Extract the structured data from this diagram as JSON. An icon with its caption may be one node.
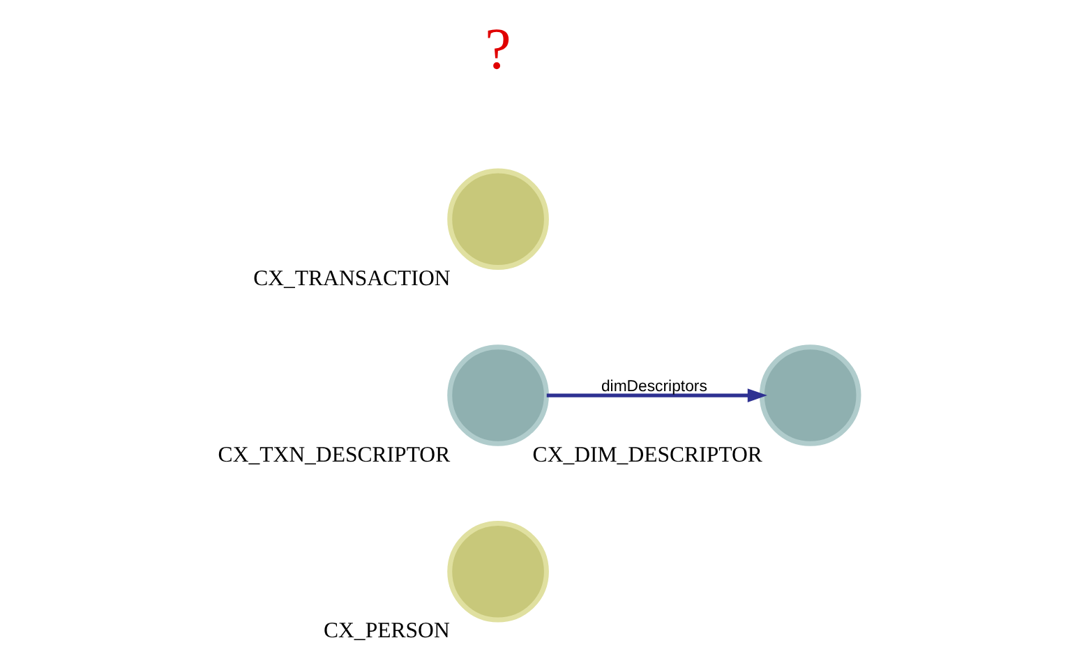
{
  "diagram": {
    "nodes": [
      {
        "text": [
          "CX_PERSON"
        ]
      },
      {
        "text": [
          "CX_TXN_DESCRIPTOR"
        ]
      },
      {
        "text": [
          "CX_DIM_DESCRIPTOR"
        ]
      },
      {
        "text": [
          "CX_TRANSACTION"
        ]
      }
    ],
    "edges": [
      {
        "from": 1,
        "to": 2,
        "arrow": "to",
        "label": "dimDescriptors"
      }
    ],
    "labels": [
      "?"
    ]
  }
}
